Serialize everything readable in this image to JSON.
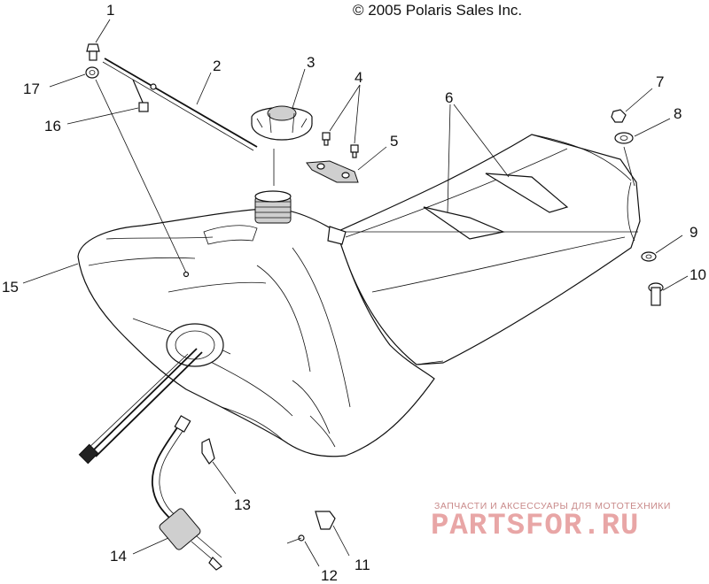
{
  "copyright": "© 2005 Polaris Sales Inc.",
  "watermark": {
    "subtitle": "ЗАПЧАСТИ И АКСЕССУАРЫ ДЛЯ МОТОТЕХНИКИ",
    "brand": "PARTSFOR.RU",
    "color": "#e8a6a6"
  },
  "callouts": [
    {
      "id": "callout-1",
      "label": "1"
    },
    {
      "id": "callout-2",
      "label": "2"
    },
    {
      "id": "callout-3",
      "label": "3"
    },
    {
      "id": "callout-4",
      "label": "4"
    },
    {
      "id": "callout-5",
      "label": "5"
    },
    {
      "id": "callout-6",
      "label": "6"
    },
    {
      "id": "callout-7",
      "label": "7"
    },
    {
      "id": "callout-8",
      "label": "8"
    },
    {
      "id": "callout-9",
      "label": "9"
    },
    {
      "id": "callout-10",
      "label": "10"
    },
    {
      "id": "callout-11",
      "label": "11"
    },
    {
      "id": "callout-12",
      "label": "12"
    },
    {
      "id": "callout-13",
      "label": "13"
    },
    {
      "id": "callout-14",
      "label": "14"
    },
    {
      "id": "callout-15",
      "label": "15"
    },
    {
      "id": "callout-16",
      "label": "16"
    },
    {
      "id": "callout-17",
      "label": "17"
    }
  ]
}
